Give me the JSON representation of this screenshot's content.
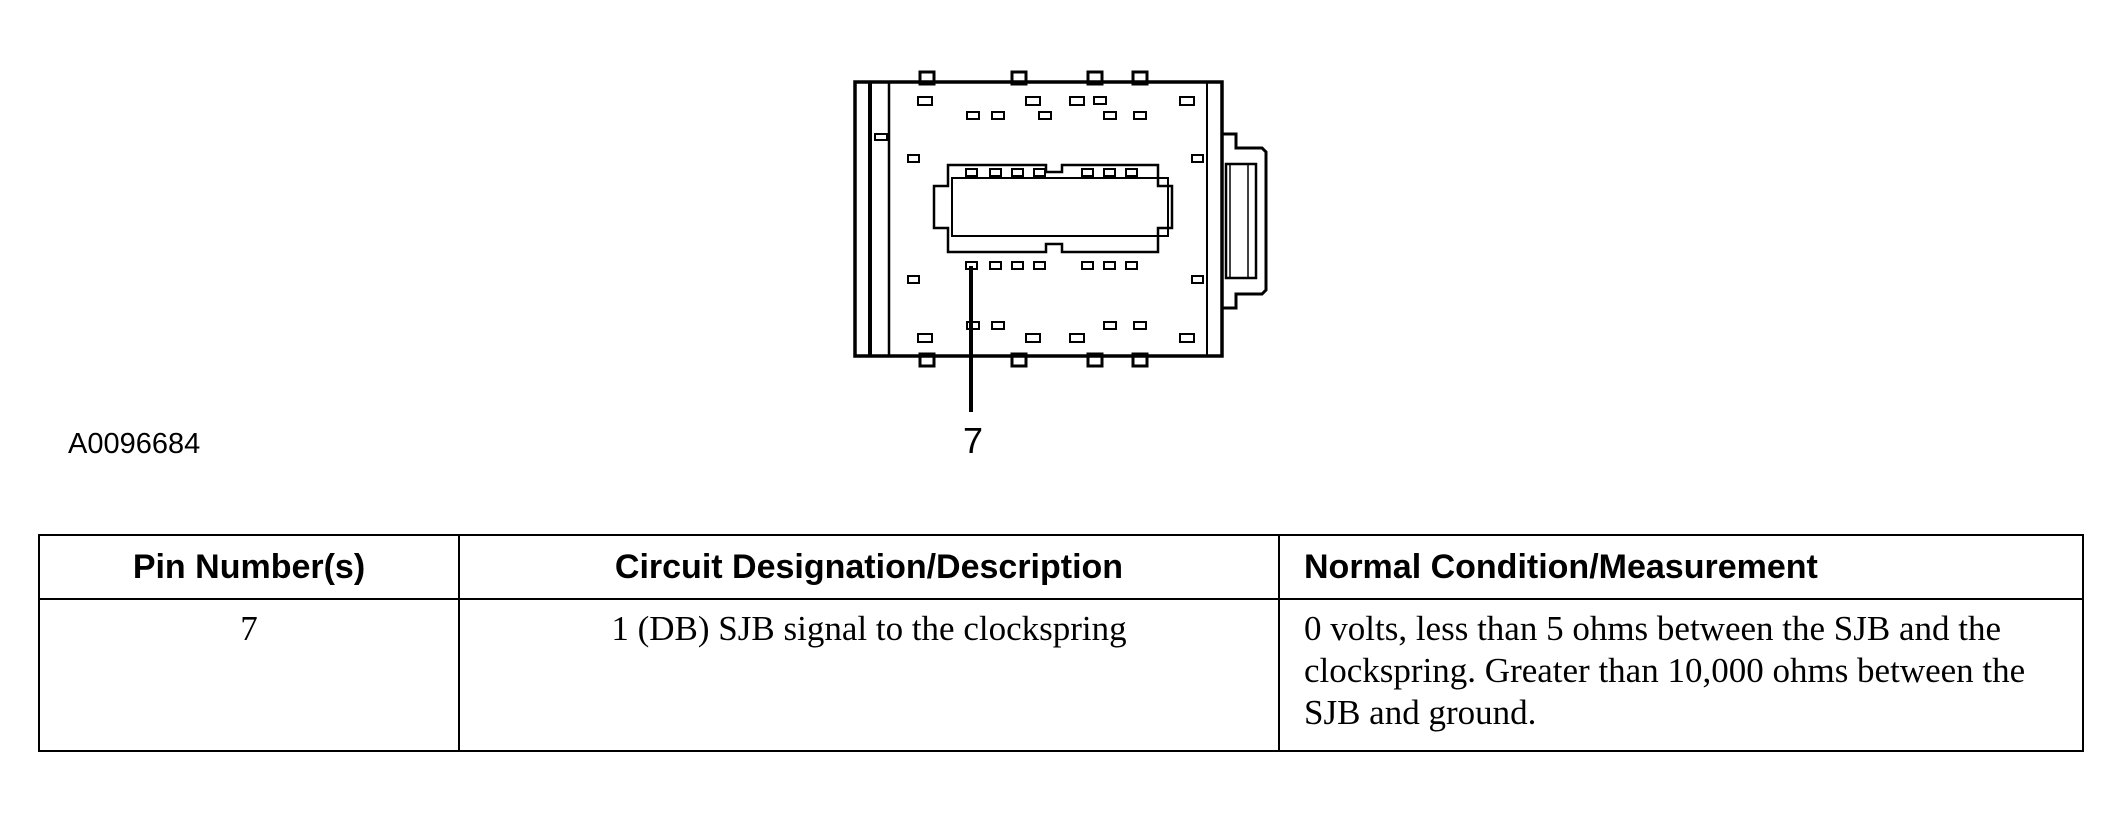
{
  "figure": {
    "id_label": "A0096684",
    "pin_callout": "7"
  },
  "table": {
    "headers": [
      "Pin Number(s)",
      "Circuit Designation/Description",
      "Normal Condition/Measurement"
    ],
    "rows": [
      [
        "7",
        "1 (DB) SJB signal to the clockspring",
        "0 volts, less than 5 ohms between the SJB and the clockspring. Greater than 10,000 ohms between the SJB and ground."
      ]
    ]
  }
}
